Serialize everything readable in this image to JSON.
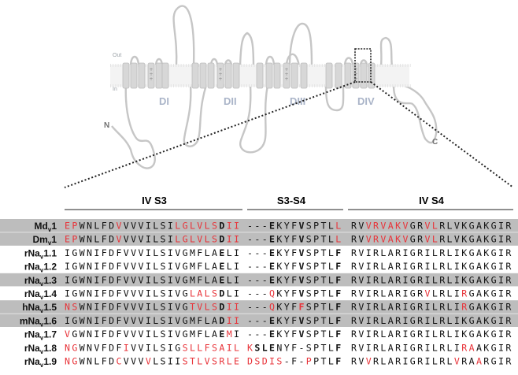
{
  "membrane": {
    "out_label": "Out",
    "in_label": "In",
    "domains": [
      "DI",
      "DII",
      "DIII",
      "DIV"
    ],
    "n_terminus": "N",
    "c_terminus": "C"
  },
  "headers": {
    "s3": "IV S3",
    "s3s4": "S3-S4",
    "s4": "IV S4"
  },
  "colors": {
    "red": "#e8343a",
    "black": "#111111",
    "highlight_row": "#bdbdbd",
    "membrane_gray": "#cfcfcf"
  },
  "rows": [
    {
      "base": "Md",
      "sub": "v",
      "num": "1",
      "shaded": true,
      "seq": "EPWNLFDVVVVILSILGLVLSDII",
      "loop": "---EKYFVSPTLL",
      "s4": "RVVRVAKVGRVLRLVKGAKGIR",
      "red": {
        "seq": [
          0,
          1,
          7,
          15,
          16,
          17,
          18,
          19,
          20,
          22,
          23
        ],
        "loop": [
          12
        ],
        "s4": [
          2,
          3,
          4,
          5,
          6,
          7,
          10,
          11
        ]
      },
      "bold": {
        "seq": [
          21
        ],
        "loop": [
          3,
          7
        ],
        "s4": []
      }
    },
    {
      "base": "Dm",
      "sub": "v",
      "num": "1",
      "shaded": true,
      "seq": "EPWNLFDVVVVILSILGLVLSDII",
      "loop": "---EKYFVSPTLL",
      "s4": "RVVRVAKVGRVLRLVKGAKGIR",
      "red": {
        "seq": [
          0,
          1,
          7,
          15,
          16,
          17,
          18,
          19,
          20,
          22,
          23
        ],
        "loop": [
          12
        ],
        "s4": [
          2,
          3,
          4,
          5,
          6,
          7,
          10,
          11
        ]
      },
      "bold": {
        "seq": [
          21
        ],
        "loop": [
          3,
          7
        ],
        "s4": []
      }
    },
    {
      "base": "rNa",
      "sub": "v",
      "num": "1.1",
      "shaded": false,
      "seq": "IGWNIFDFVVVILSIVGMFLAELI",
      "loop": "---EKYFVSPTLF",
      "s4": "RVIRLARIGRILRLIKGAKGIR",
      "red": {
        "seq": [],
        "loop": [],
        "s4": []
      },
      "bold": {
        "seq": [
          21
        ],
        "loop": [
          3,
          7,
          12
        ],
        "s4": []
      }
    },
    {
      "base": "rNa",
      "sub": "v",
      "num": "1.2",
      "shaded": false,
      "seq": "IGWNIFDFVVVILSIVGMFLAELI",
      "loop": "---EKYFVSPTLF",
      "s4": "RVIRLARIGRILRLIKGAKGIR",
      "red": {
        "seq": [],
        "loop": [],
        "s4": []
      },
      "bold": {
        "seq": [
          21
        ],
        "loop": [
          3,
          7,
          12
        ],
        "s4": []
      }
    },
    {
      "base": "rNa",
      "sub": "v",
      "num": "1.3",
      "shaded": true,
      "seq": "IGWNIFDFVVVILSIVGMFLAELI",
      "loop": "---EKYFVSPTLF",
      "s4": "RVIRLARIGRILRLIKGAKGIR",
      "red": {
        "seq": [],
        "loop": [],
        "s4": []
      },
      "bold": {
        "seq": [
          21
        ],
        "loop": [
          3,
          7,
          12
        ],
        "s4": []
      }
    },
    {
      "base": "rNa",
      "sub": "v",
      "num": "1.4",
      "shaded": false,
      "seq": "IGWNIFDFVVVILSIVGLALSDLI",
      "loop": "---QKYFVSPTLF",
      "s4": "RVIRLARIGRVLRLIRGAKGIR",
      "red": {
        "seq": [
          17,
          18,
          19,
          20
        ],
        "loop": [
          3
        ],
        "s4": [
          10,
          15
        ]
      },
      "bold": {
        "seq": [
          21
        ],
        "loop": [
          7,
          12
        ],
        "s4": []
      }
    },
    {
      "base": "hNa",
      "sub": "v",
      "num": "1.5",
      "shaded": true,
      "seq": "NSWNIFDFVVVILSIVGTVLSDII",
      "loop": "---QKYFFSPTLF",
      "s4": "RVIRLARIGRILRLIRGAKGIR",
      "red": {
        "seq": [
          0,
          1,
          17,
          18,
          19,
          20,
          22,
          23
        ],
        "loop": [
          3,
          7
        ],
        "s4": [
          15
        ]
      },
      "bold": {
        "seq": [
          21
        ],
        "loop": [
          7,
          12
        ],
        "s4": []
      }
    },
    {
      "base": "mNa",
      "sub": "v",
      "num": "1.6",
      "shaded": true,
      "seq": "IGWNIFDFVVVILSIVGMFLADII",
      "loop": "---EKYFVSPTLF",
      "s4": "RVIRLARIGRILRLIKGAKGIR",
      "red": {
        "seq": [
          22,
          23
        ],
        "loop": [],
        "s4": []
      },
      "bold": {
        "seq": [
          21
        ],
        "loop": [
          3,
          7,
          12
        ],
        "s4": []
      }
    },
    {
      "base": "rNa",
      "sub": "v",
      "num": "1.7",
      "shaded": false,
      "seq": "VGWNIFDFVVVILSIVGMFLAEMI",
      "loop": "---EKYFVSPTLF",
      "s4": "RVIRLARIGRILRLIKGAKGIR",
      "red": {
        "seq": [
          0,
          22
        ],
        "loop": [],
        "s4": []
      },
      "bold": {
        "seq": [
          21
        ],
        "loop": [
          3,
          7,
          12
        ],
        "s4": []
      }
    },
    {
      "base": "rNa",
      "sub": "v",
      "num": "1.8",
      "shaded": false,
      "seq": "NGWNVFDFIVVILSIGSLLFSAIL",
      "loop": "KSLENYF-SPTLF",
      "s4": "RVIRLARIGRILRLIRAAKGIR",
      "red": {
        "seq": [
          0,
          1,
          8,
          16,
          17,
          18,
          19,
          20,
          21,
          22,
          23
        ],
        "loop": [
          0
        ],
        "s4": [
          15,
          16
        ]
      },
      "bold": {
        "seq": [],
        "loop": [
          1,
          2,
          3,
          12
        ],
        "s4": []
      }
    },
    {
      "base": "rNa",
      "sub": "v",
      "num": "1.9",
      "shaded": false,
      "seq": "NGWNLFDCVVVVLSIISTLVSRLE",
      "loop": "DSDIS-F-PPTLF",
      "s4": "RVVRLARIGRILRLVRAARGIR",
      "red": {
        "seq": [
          0,
          1,
          7,
          11,
          16,
          17,
          18,
          19,
          20,
          21,
          22,
          23
        ],
        "loop": [
          0,
          1,
          2,
          3,
          4,
          8
        ],
        "s4": [
          2,
          14,
          17
        ]
      },
      "bold": {
        "seq": [],
        "loop": [
          12
        ],
        "s4": []
      }
    }
  ]
}
